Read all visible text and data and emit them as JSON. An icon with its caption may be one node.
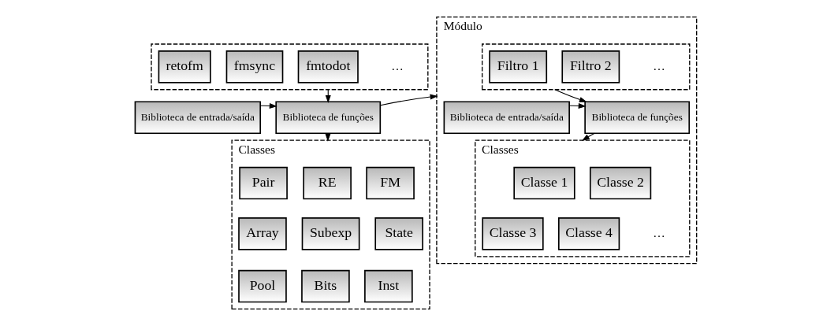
{
  "diagram": {
    "nodes": [
      {
        "text": [],
        "shape": "box"
      },
      {
        "text": [
          "retofm"
        ],
        "in": 0
      },
      {
        "text": [
          "fmsync"
        ],
        "in": 0
      },
      {
        "text": [
          "fmtodot"
        ],
        "in": 0
      },
      {
        "text": [
          "Biblioteca de entrada/saída"
        ]
      },
      {
        "text": [
          "Biblioteca de funções"
        ]
      },
      {
        "text": [
          "Classes"
        ]
      },
      {
        "text": [
          "Pair"
        ],
        "in": 6
      },
      {
        "text": [
          "RE"
        ],
        "in": 6
      },
      {
        "text": [
          "FM"
        ],
        "in": 6
      },
      {
        "text": [
          "Array"
        ],
        "in": 6
      },
      {
        "text": [
          "Subexp"
        ],
        "in": 6
      },
      {
        "text": [
          "State"
        ],
        "in": 6
      },
      {
        "text": [
          "Pool"
        ],
        "in": 6
      },
      {
        "text": [
          "Bits"
        ],
        "in": 6
      },
      {
        "text": [
          "Inst"
        ],
        "in": 6
      },
      {
        "text": [
          "Módulo"
        ]
      },
      {
        "text": [],
        "shape": "box",
        "in": 16
      },
      {
        "text": [
          "Filtro 1"
        ],
        "in": 17
      },
      {
        "text": [
          "Filtro 2"
        ],
        "in": 17
      },
      {
        "text": [
          "Biblioteca de funções"
        ],
        "in": 16
      },
      {
        "text": [
          "Biblioteca de entrada/saída"
        ],
        "in": 16
      },
      {
        "text": [
          "Classes"
        ],
        "in": 16
      },
      {
        "text": [
          "Classe 1"
        ],
        "in": 22
      },
      {
        "text": [
          "Classe 2"
        ],
        "in": 22
      },
      {
        "text": [
          "Classe 3"
        ],
        "in": 22
      },
      {
        "text": [
          "Classe 4"
        ],
        "in": 22
      }
    ],
    "edges": [
      {
        "from": 0,
        "to": 5,
        "arrow": "to"
      },
      {
        "from": 4,
        "to": 5,
        "arrow": "to"
      },
      {
        "from": 5,
        "to": 6,
        "arrow": "to"
      },
      {
        "from": 5,
        "to": 16,
        "arrow": "to"
      },
      {
        "from": 17,
        "to": 20,
        "arrow": "to"
      },
      {
        "from": 21,
        "to": 20,
        "arrow": "to"
      },
      {
        "from": 20,
        "to": 22,
        "arrow": "to"
      }
    ],
    "labels": [
      "…",
      "…",
      "…"
    ]
  }
}
